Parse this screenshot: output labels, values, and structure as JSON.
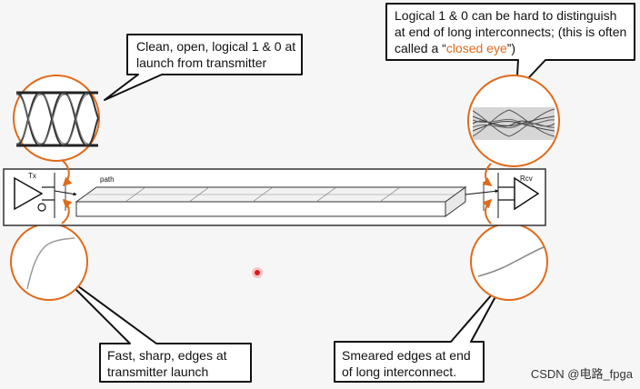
{
  "callouts": {
    "top_left": {
      "text": "Clean, open, logical 1 & 0 at launch from transmitter"
    },
    "top_right": {
      "text_before": "Logical 1 & 0 can be hard to distinguish at end of long interconnects;  (this is often called a “",
      "highlight": "closed eye",
      "text_after": "”)",
      "highlight_color": "#e06a1a"
    },
    "bottom_left": {
      "text": "Fast, sharp, edges at transmitter launch"
    },
    "bottom_right": {
      "text": "Smeared edges at end of long interconnect."
    }
  },
  "labels": {
    "tx": "Tx",
    "path": "path",
    "rcv": "Rcv"
  },
  "watermark": "CSDN @电路_fpga",
  "colors": {
    "accent_orange": "#e06a1a",
    "pointer_red": "#e01818"
  }
}
